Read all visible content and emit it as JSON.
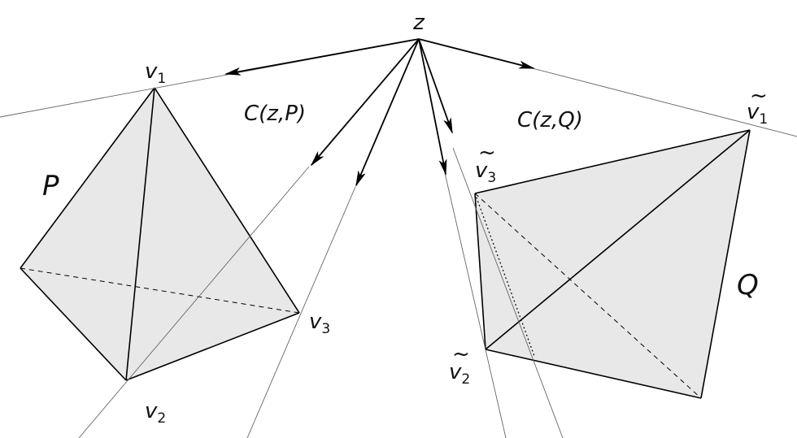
{
  "apex": {
    "label": "z"
  },
  "cones": {
    "left_label": "C(z,P)",
    "right_label": "C(z,Q)"
  },
  "polytope_p": {
    "label": "P",
    "vertices": [
      {
        "base": "v",
        "sub": "1"
      },
      {
        "base": "v",
        "sub": "2"
      },
      {
        "base": "v",
        "sub": "3"
      }
    ]
  },
  "polytope_q": {
    "label": "Q",
    "vertices": [
      {
        "base": "v",
        "sub": "1",
        "accent": "~"
      },
      {
        "base": "v",
        "sub": "2",
        "accent": "~"
      },
      {
        "base": "v",
        "sub": "3",
        "accent": "~"
      }
    ]
  },
  "colors": {
    "fill": "#e8e8e8",
    "stroke": "#000000",
    "ray": "#555555"
  }
}
